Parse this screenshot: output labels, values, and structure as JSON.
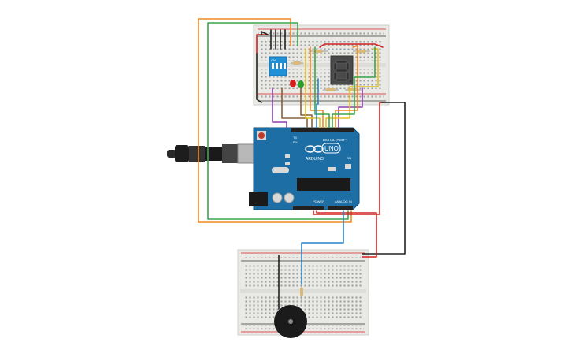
{
  "arduino": {
    "brand": "ARDUINO",
    "model": "UNO",
    "digital_header": "DIGITAL (PWM~)",
    "power_header": "POWER",
    "analog_header": "ANALOG IN",
    "tx": "TX",
    "rx": "RX",
    "on": "ON",
    "board_color": "#1c6ea4"
  },
  "dip_switch": {
    "label": "ON",
    "color": "#1f8fd6"
  },
  "seven_segment": {
    "digit": "8",
    "color": "#4a4a4a"
  },
  "leds": [
    {
      "color": "#d41e1e"
    },
    {
      "color": "#27a02c"
    }
  ],
  "wire_colors": {
    "orange": "#f08a1d",
    "green": "#3aa64a",
    "red": "#d42020",
    "black": "#222222",
    "yellow": "#e3c11e",
    "blue": "#2a84c8",
    "purple": "#8e3fb0",
    "brown": "#8a6038",
    "teal": "#25a3b8"
  }
}
